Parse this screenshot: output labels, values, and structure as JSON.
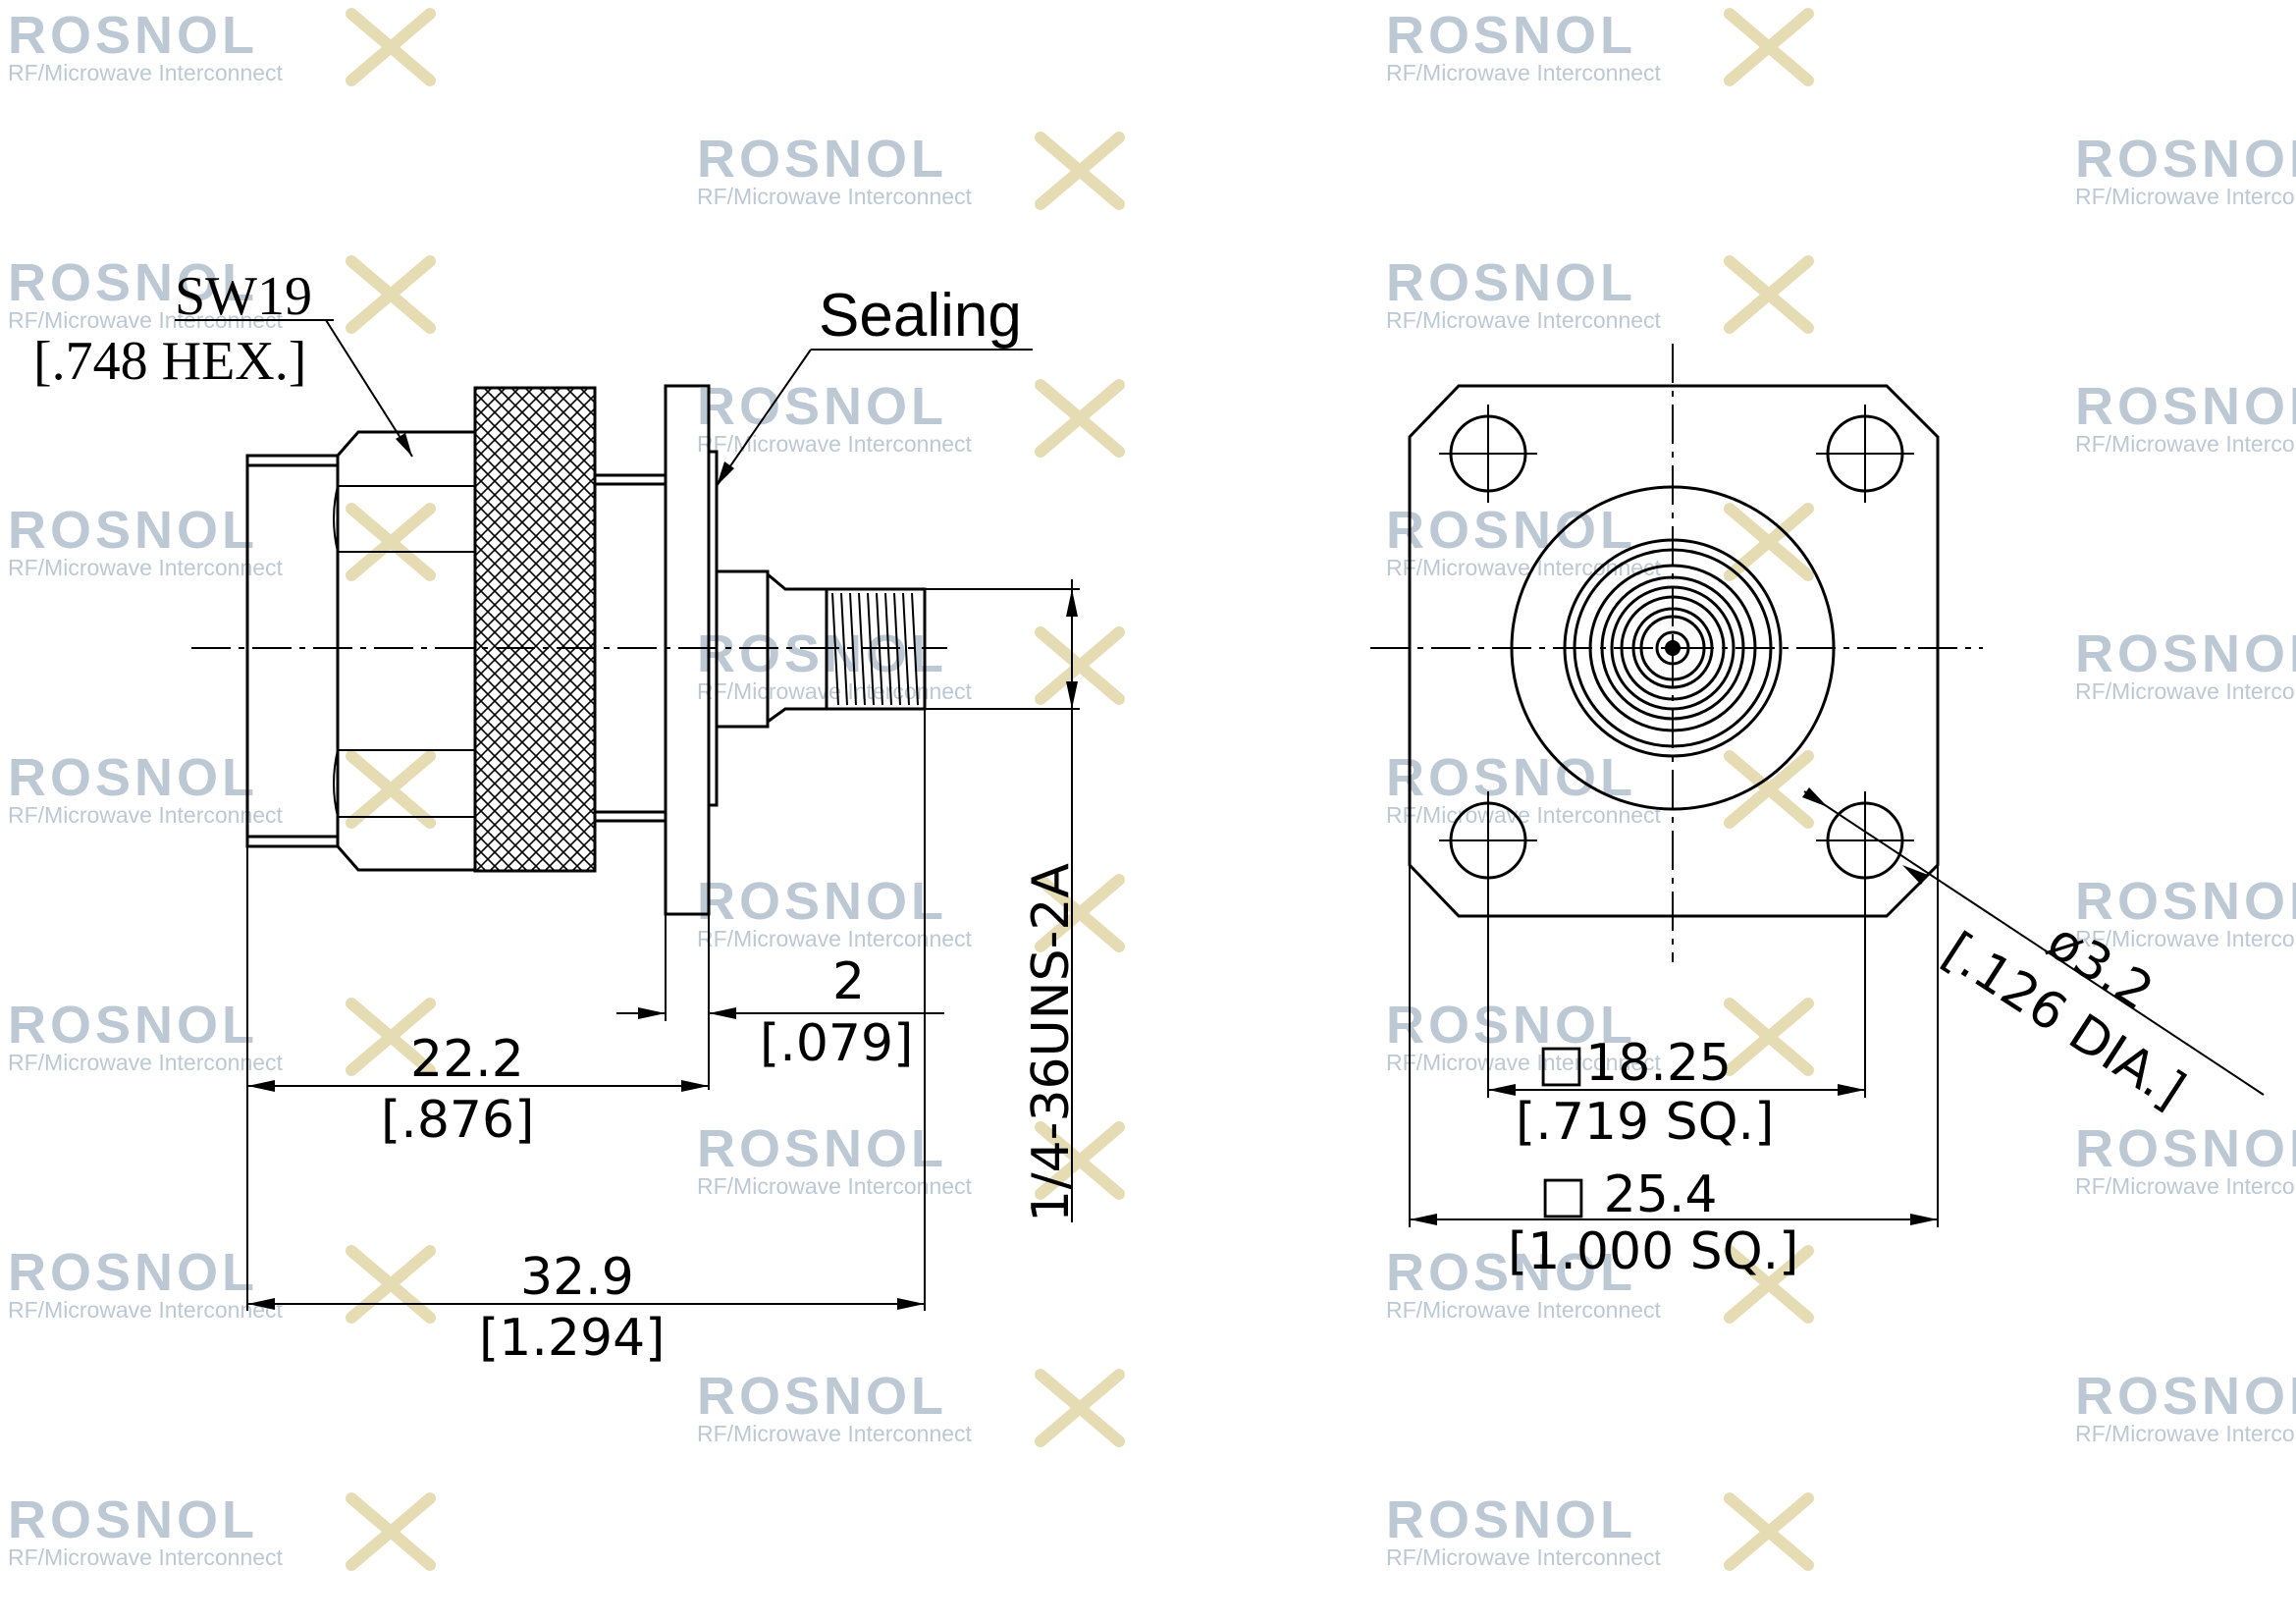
{
  "watermark": {
    "brand": "ROSNOL",
    "tagline": "RF/Microwave Interconnect"
  },
  "side_view": {
    "hex_label": "SW19",
    "hex_label_inch": "[.748 HEX.]",
    "sealing_label": "Sealing",
    "thread_label": "1/4-36UNS-2A",
    "flange_thickness": "2",
    "flange_thickness_inch": "[.079]",
    "body_length": "22.2",
    "body_length_inch": "[.876]",
    "overall_length": "32.9",
    "overall_length_inch": "[1.294]"
  },
  "front_view": {
    "hole_spacing": "□18.25",
    "hole_spacing_inch": "[.719  SQ.]",
    "flange_size": "□ 25.4",
    "flange_size_inch": "[1.000  SQ.]",
    "hole_dia": "ø3.2",
    "hole_dia_inch": "[.126  DIA.]"
  }
}
